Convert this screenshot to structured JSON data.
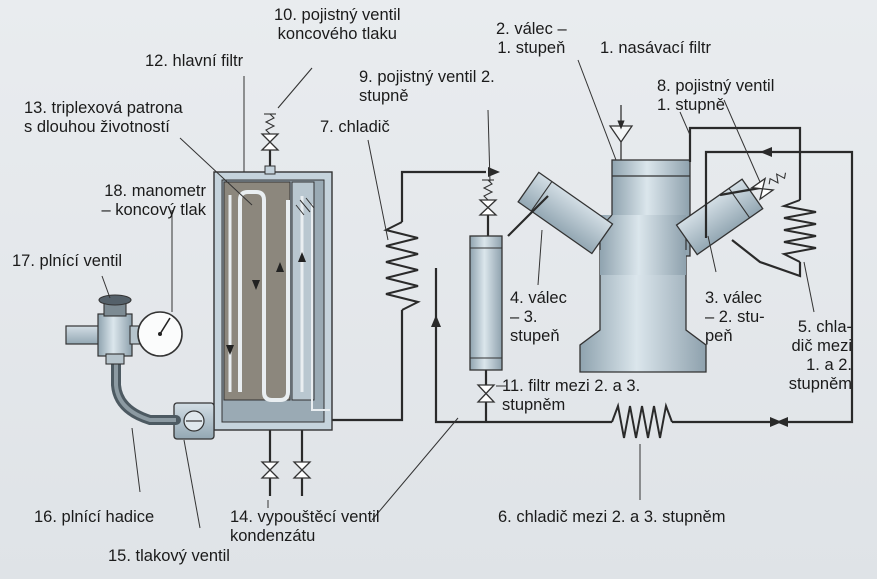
{
  "labels": {
    "l10": {
      "line1": "10. pojistný ventil",
      "line2": "koncového tlaku"
    },
    "l2": {
      "line1": "2. válec –",
      "line2": "1. stupeň"
    },
    "l1": {
      "line1": "1. nasávací filtr"
    },
    "l12": {
      "line1": "12. hlavní filtr"
    },
    "l9": {
      "line1": "9. pojistný ventil 2.",
      "line2": "stupně"
    },
    "l8": {
      "line1": "8. pojistný ventil",
      "line2": "1. stupně"
    },
    "l13": {
      "line1": "13. triplexová patrona",
      "line2": "s dlouhou životností"
    },
    "l7": {
      "line1": "7. chladič"
    },
    "l18": {
      "line1": "18. manometr",
      "line2": "– koncový tlak"
    },
    "l17": {
      "line1": "17. plnící ventil"
    },
    "l4": {
      "line1": "4. válec",
      "line2": "– 3.",
      "line3": "stupeň"
    },
    "l3": {
      "line1": "3. válec",
      "line2": "– 2. stu-",
      "line3": "peň"
    },
    "l5": {
      "line1": "5. chla-",
      "line2": "dič mezi",
      "line3": "1. a 2.",
      "line4": "stupněm"
    },
    "l11": {
      "line1": "11. filtr mezi 2. a 3.",
      "line2": "stupněm"
    },
    "l16": {
      "line1": "16. plnící hadice"
    },
    "l14": {
      "line1": "14. vypouštěcí ventil",
      "line2": "kondenzátu"
    },
    "l6": {
      "line1": "6. chladič mezi 2. a 3. stupněm"
    },
    "l15": {
      "line1": "15. tlakový ventil"
    }
  },
  "colors": {
    "pipe": "#2a2a2a",
    "body": "#a9bcc8",
    "bodyDark": "#7f949f",
    "filterCore": "#8a8478",
    "text": "#1b1b1b"
  }
}
